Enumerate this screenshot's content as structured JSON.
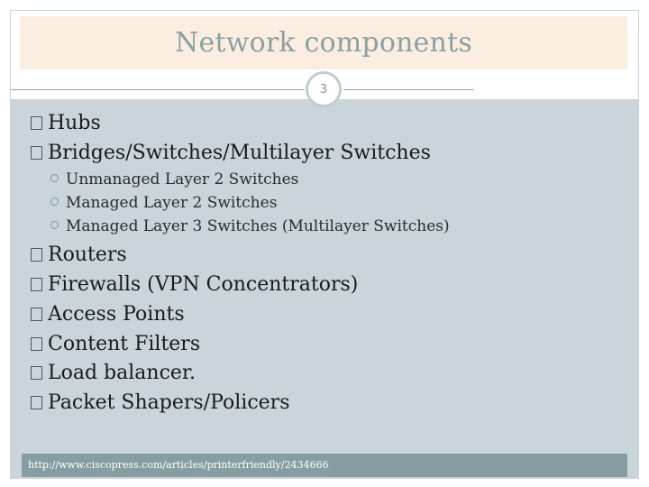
{
  "slide": {
    "title": "Network components",
    "number": "3"
  },
  "items": [
    {
      "label": "Hubs"
    },
    {
      "label": "Bridges/Switches/Multilayer Switches",
      "subitems": [
        "Unmanaged Layer 2 Switches",
        "Managed Layer 2 Switches",
        "Managed Layer 3 Switches (Multilayer Switches)"
      ]
    },
    {
      "label": "Routers"
    },
    {
      "label": "Firewalls (VPN Concentrators)"
    },
    {
      "label": "Access Points"
    },
    {
      "label": "Content Filters"
    },
    {
      "label": "Load balancer."
    },
    {
      "label": "Packet Shapers/Policers"
    }
  ],
  "footer": {
    "url": "http://www.ciscopress.com/articles/printerfriendly/2434666"
  },
  "colors": {
    "title_band": "#fbeee1",
    "content_panel": "#c9d5da",
    "footer_bar": "#869ea2",
    "title_text": "#8aa0a4"
  }
}
